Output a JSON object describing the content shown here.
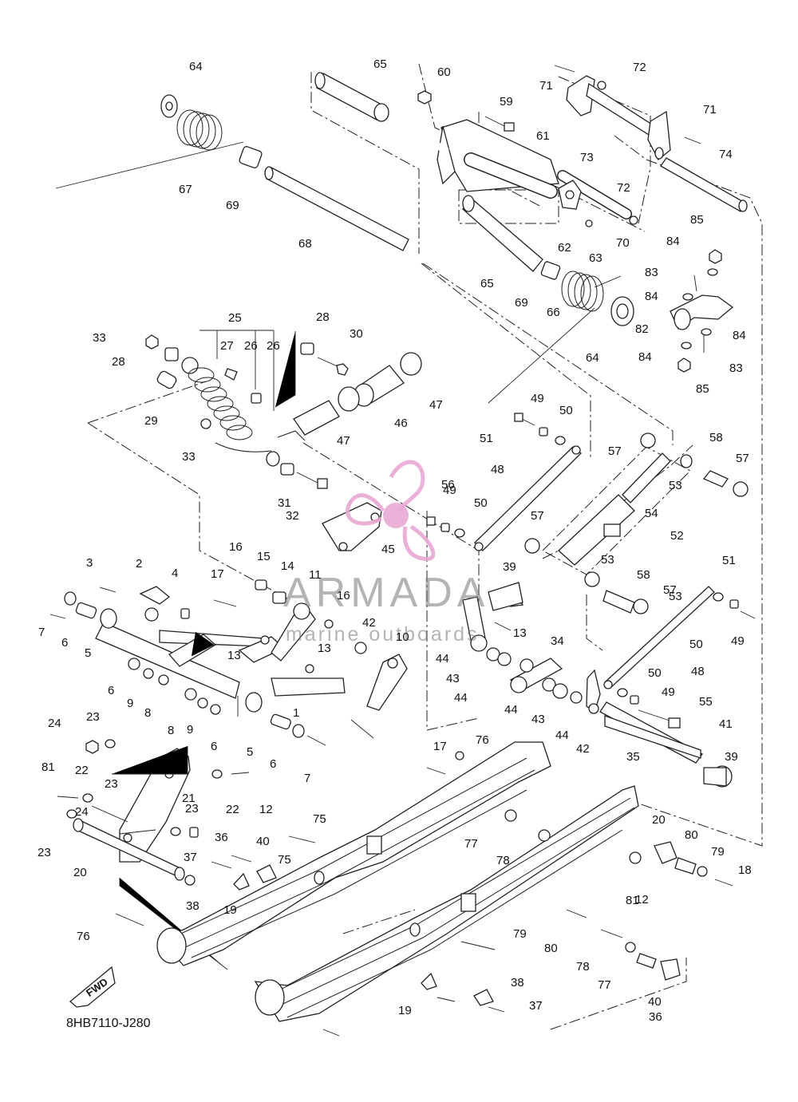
{
  "diagram_code": "8HB7110-J280",
  "fwd_label": "FWD",
  "watermark": {
    "brand": "ARMADA",
    "tagline": "marine outboards",
    "color": "#e9a8d4"
  },
  "callouts": [
    "64",
    "65",
    "60",
    "71",
    "72",
    "59",
    "61",
    "67",
    "69",
    "68",
    "73",
    "71",
    "74",
    "72",
    "62",
    "63",
    "70",
    "85",
    "84",
    "83",
    "84",
    "65",
    "69",
    "66",
    "64",
    "82",
    "84",
    "84",
    "83",
    "85",
    "25",
    "28",
    "30",
    "27",
    "26",
    "26",
    "33",
    "28",
    "47",
    "29",
    "46",
    "47",
    "33",
    "49",
    "50",
    "51",
    "57",
    "58",
    "57",
    "53",
    "48",
    "56",
    "49",
    "50",
    "54",
    "31",
    "32",
    "45",
    "52",
    "57",
    "53",
    "16",
    "15",
    "14",
    "11",
    "17",
    "16",
    "2",
    "3",
    "4",
    "39",
    "7",
    "6",
    "5",
    "13",
    "13",
    "42",
    "13",
    "10",
    "44",
    "34",
    "50",
    "48",
    "51",
    "49",
    "58",
    "57",
    "53",
    "43",
    "44",
    "6",
    "9",
    "8",
    "44",
    "43",
    "44",
    "42",
    "50",
    "49",
    "55",
    "41",
    "8",
    "9",
    "6",
    "1",
    "35",
    "39",
    "23",
    "24",
    "5",
    "6",
    "7",
    "17",
    "76",
    "81",
    "22",
    "23",
    "21",
    "23",
    "22",
    "12",
    "75",
    "77",
    "20",
    "23",
    "24",
    "37",
    "36",
    "40",
    "75",
    "78",
    "80",
    "79",
    "18",
    "20",
    "38",
    "81",
    "19",
    "12",
    "76",
    "79",
    "80",
    "78",
    "77",
    "40",
    "36",
    "38",
    "37",
    "19"
  ]
}
